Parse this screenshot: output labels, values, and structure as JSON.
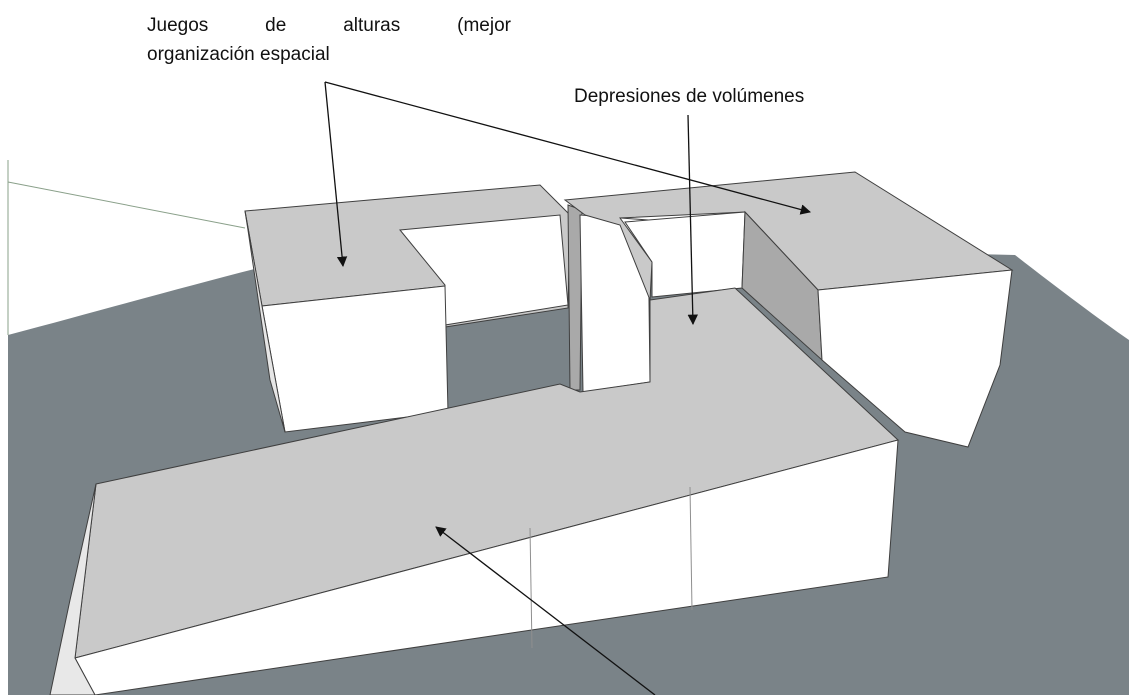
{
  "annotations": {
    "heights_words": [
      "Juegos",
      "de",
      "alturas",
      "(mejor"
    ],
    "heights_line2": "organización espacial",
    "depressions": "Depresiones de volúmenes"
  },
  "colors": {
    "ground": "#7a8388",
    "roof": "#c9c9c9",
    "wall_light": "#ffffff",
    "wall_shadow": "#a9a9a9",
    "edge": "#3f3f3f",
    "arrow": "#111111"
  }
}
